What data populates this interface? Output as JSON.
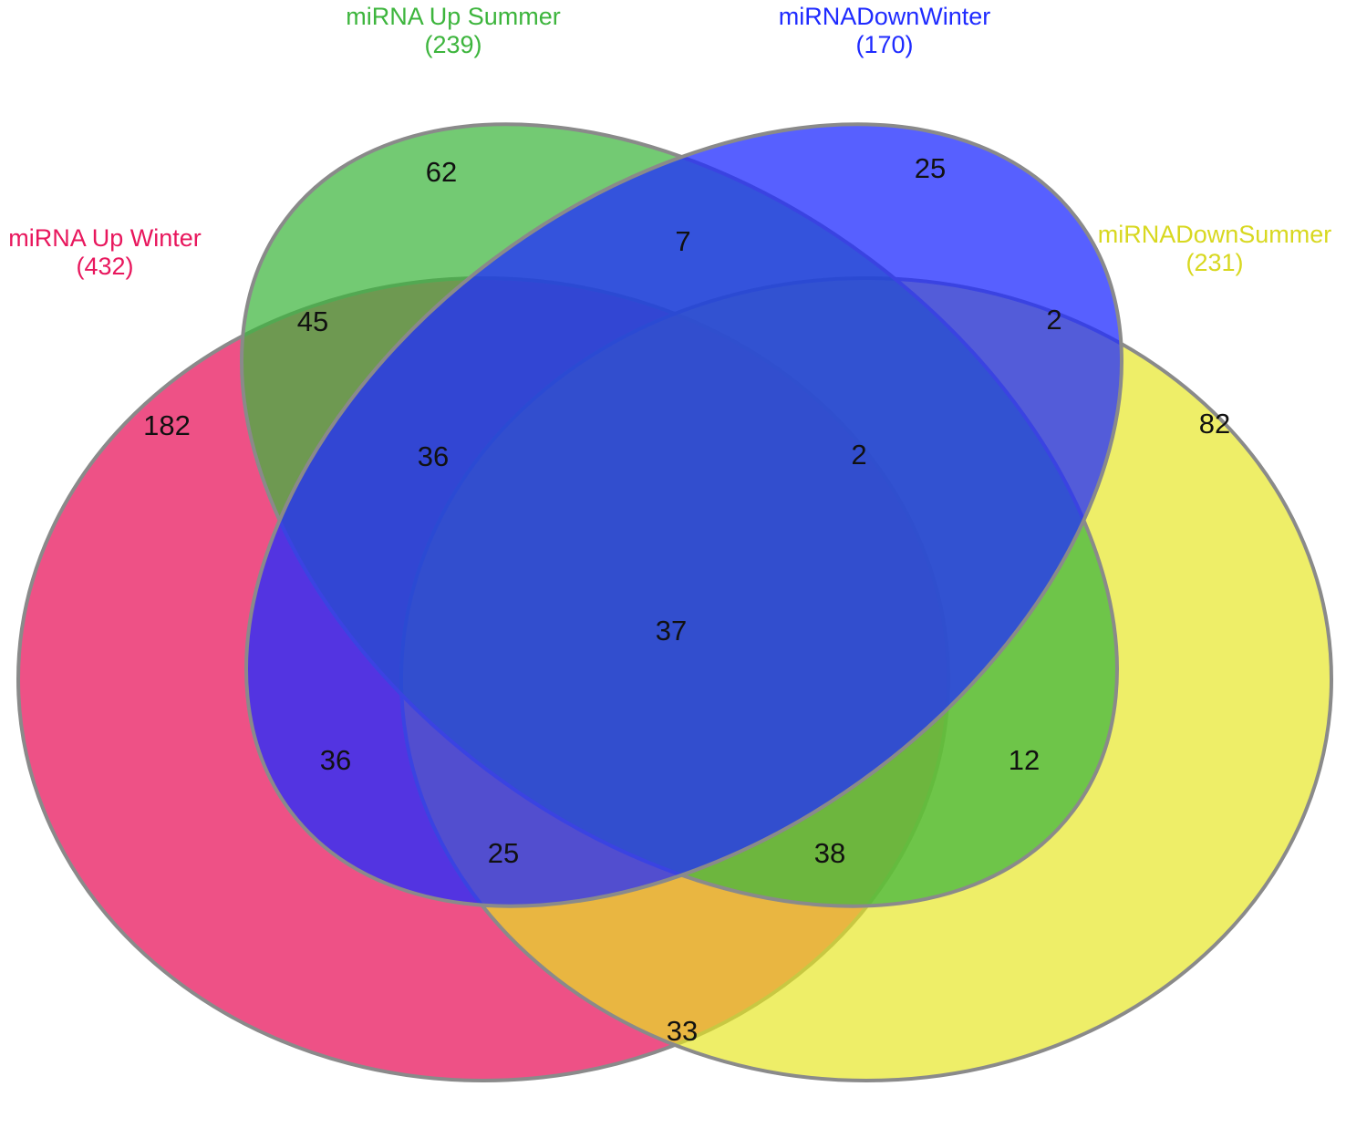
{
  "sets": [
    {
      "key": "up_winter",
      "name": "miRNA Up Winter",
      "total": "(432)",
      "color": "#E8175D"
    },
    {
      "key": "up_summer",
      "name": "miRNA Up Summer",
      "total": "(239)",
      "color": "#3DB53D"
    },
    {
      "key": "down_winter",
      "name": "miRNADownWinter",
      "total": "(170)",
      "color": "#1F2BFF"
    },
    {
      "key": "down_summer",
      "name": "miRNADownSummer",
      "total": "(231)",
      "color": "#E6E620"
    }
  ],
  "regions": [
    {
      "key": "up_winter_only",
      "count": "182"
    },
    {
      "key": "up_summer_only",
      "count": "62"
    },
    {
      "key": "down_winter_only",
      "count": "25"
    },
    {
      "key": "down_summer_only",
      "count": "82"
    },
    {
      "key": "up_winter_up_summer",
      "count": "45"
    },
    {
      "key": "up_summer_down_winter",
      "count": "7"
    },
    {
      "key": "down_winter_down_summer",
      "count": "2"
    },
    {
      "key": "up_winter_up_summer_down_winter",
      "count": "36"
    },
    {
      "key": "up_summer_down_winter_down_summer",
      "count": "2"
    },
    {
      "key": "all_four",
      "count": "37"
    },
    {
      "key": "up_winter_down_winter",
      "count": "36"
    },
    {
      "key": "up_summer_down_summer",
      "count": "12"
    },
    {
      "key": "up_winter_down_winter_down_summer",
      "count": "25"
    },
    {
      "key": "up_winter_up_summer_down_summer",
      "count": "38"
    },
    {
      "key": "up_winter_down_summer",
      "count": "33"
    }
  ]
}
